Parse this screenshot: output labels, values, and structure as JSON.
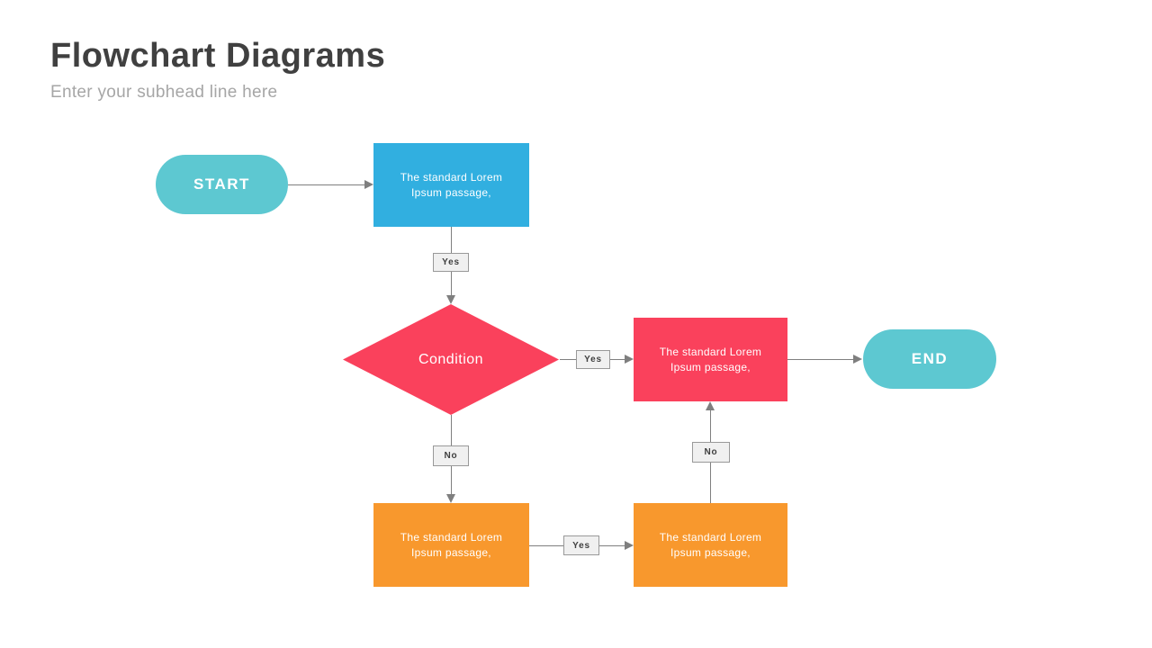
{
  "header": {
    "title": "Flowchart Diagrams",
    "subtitle": "Enter your subhead line here"
  },
  "flowchart": {
    "nodes": {
      "start": {
        "label": "START",
        "shape": "pill",
        "color": "#5dc8d1"
      },
      "process1": {
        "text": "The standard Lorem Ipsum passage,",
        "shape": "rectangle",
        "color": "#31afe0"
      },
      "condition": {
        "label": "Condition",
        "shape": "diamond",
        "color": "#fa415c"
      },
      "process2": {
        "text": "The standard Lorem Ipsum passage,",
        "shape": "rectangle",
        "color": "#fa415c"
      },
      "end": {
        "label": "END",
        "shape": "pill",
        "color": "#5dc8d1"
      },
      "process3": {
        "text": "The standard Lorem Ipsum passage,",
        "shape": "rectangle",
        "color": "#f8982d"
      },
      "process4": {
        "text": "The standard Lorem Ipsum passage,",
        "shape": "rectangle",
        "color": "#f8982d"
      }
    },
    "edge_labels": {
      "process1_to_condition": "Yes",
      "condition_to_process2": "Yes",
      "condition_to_process3": "No",
      "process3_to_process4": "Yes",
      "process4_to_process2": "No"
    },
    "connector_color": "#7f7f7f"
  }
}
